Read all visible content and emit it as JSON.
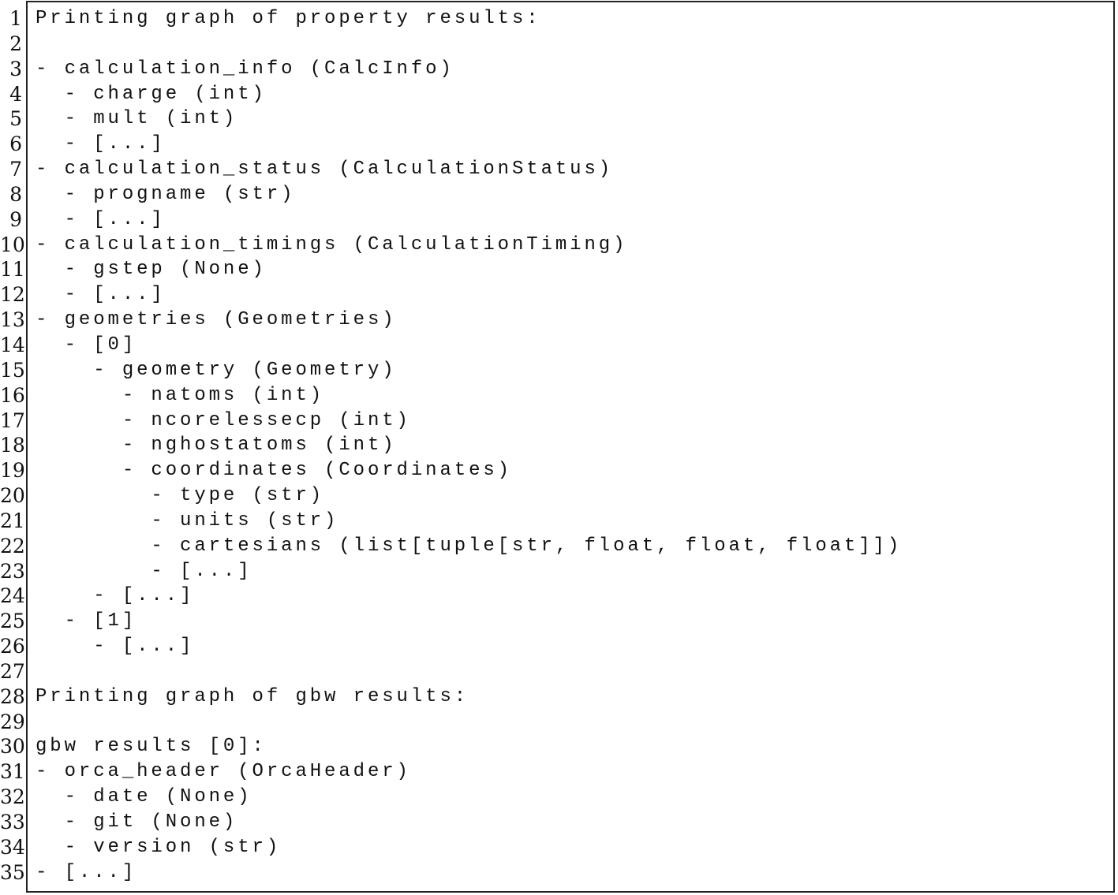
{
  "lines": [
    "Printing graph of property results:",
    "",
    "- calculation_info (CalcInfo)",
    "  - charge (int)",
    "  - mult (int)",
    "  - [...]",
    "- calculation_status (CalculationStatus)",
    "  - progname (str)",
    "  - [...]",
    "- calculation_timings (CalculationTiming)",
    "  - gstep (None)",
    "  - [...]",
    "- geometries (Geometries)",
    "  - [0]",
    "    - geometry (Geometry)",
    "      - natoms (int)",
    "      - ncorelessecp (int)",
    "      - nghostatoms (int)",
    "      - coordinates (Coordinates)",
    "        - type (str)",
    "        - units (str)",
    "        - cartesians (list[tuple[str, float, float, float]])",
    "        - [...]",
    "    - [...]",
    "  - [1]",
    "    - [...]",
    "",
    "Printing graph of gbw results:",
    "",
    "gbw results [0]:",
    "- orca_header (OrcaHeader)",
    "  - date (None)",
    "  - git (None)",
    "  - version (str)",
    "- [...]"
  ],
  "line_numbers": [
    "1",
    "2",
    "3",
    "4",
    "5",
    "6",
    "7",
    "8",
    "9",
    "10",
    "11",
    "12",
    "13",
    "14",
    "15",
    "16",
    "17",
    "18",
    "19",
    "20",
    "21",
    "22",
    "23",
    "24",
    "25",
    "26",
    "27",
    "28",
    "29",
    "30",
    "31",
    "32",
    "33",
    "34",
    "35"
  ]
}
